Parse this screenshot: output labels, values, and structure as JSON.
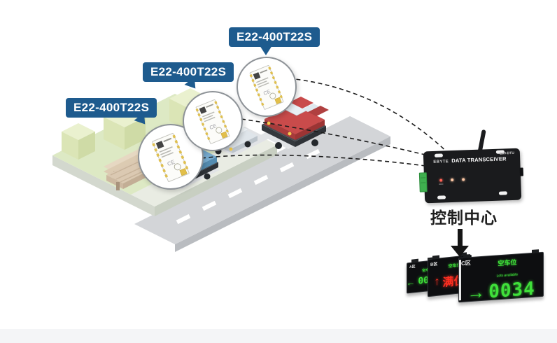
{
  "module_labels": [
    "E22-400T22S",
    "E22-400T22S",
    "E22-400T22S"
  ],
  "module": {
    "ce_mark": "CE"
  },
  "transceiver": {
    "brand": "EBYTE",
    "product": "DATA TRANSCEIVER",
    "model": "E90-DTU"
  },
  "control_center": {
    "label": "控制中心"
  },
  "displays": [
    {
      "zone": "A区",
      "status_label": "空车位",
      "arrow": "←",
      "value": "0019"
    },
    {
      "zone": "B区",
      "status_label": "空车位",
      "arrow": "↑",
      "value": "满位"
    },
    {
      "zone": "C区",
      "status_label": "空车位",
      "status_label_en": "Lots available",
      "arrow": "→",
      "value": "0034"
    }
  ],
  "colors": {
    "label_bg": "#1e5b8e",
    "led_green": "#3fe03a",
    "led_red": "#ff2f21",
    "device_black": "#1a1b1d",
    "footer_bar": "#f4f5f7"
  }
}
